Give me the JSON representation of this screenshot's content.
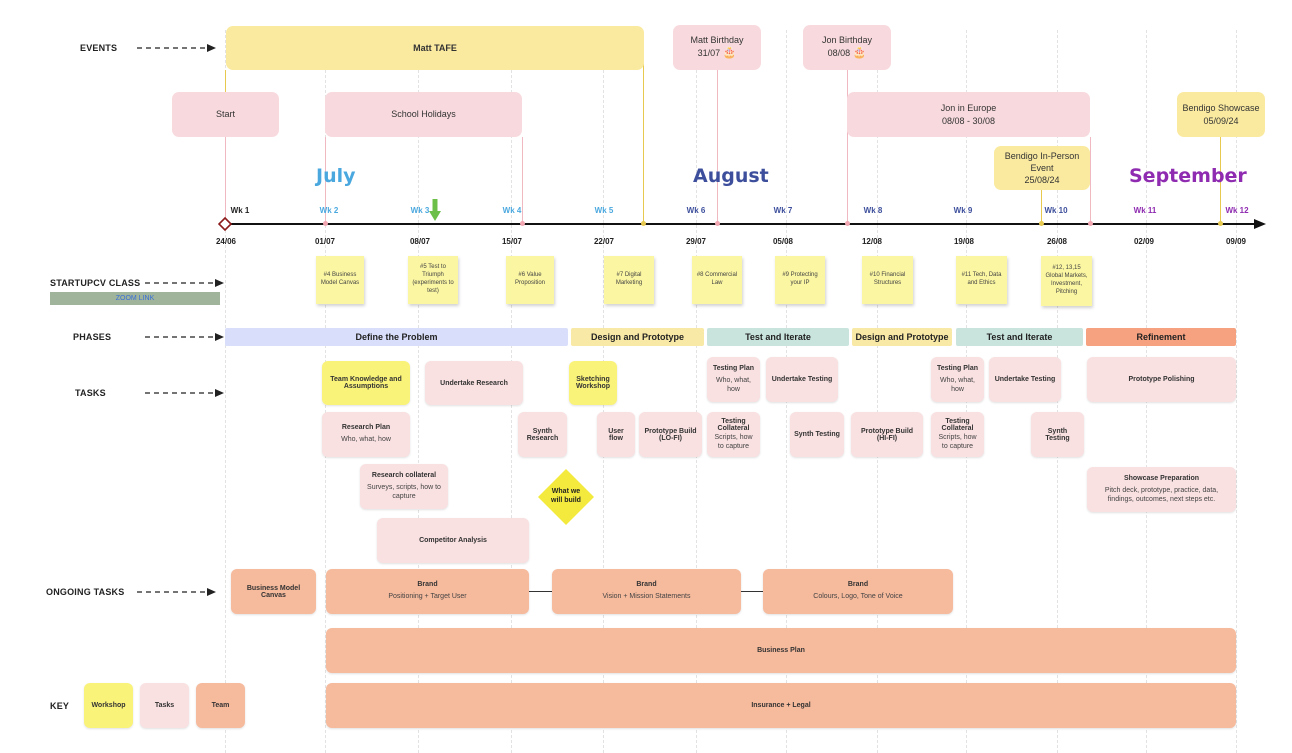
{
  "row_labels": {
    "events": "EVENTS",
    "class": "STARTUPCV CLASS",
    "zoom_link": "ZOOM LINK",
    "phases": "PHASES",
    "tasks": "TASKS",
    "ongoing": "ONGOING TASKS",
    "key": "KEY"
  },
  "events": {
    "matt_tafe": "Matt TAFE",
    "matt_bday_1": "Matt Birthday",
    "matt_bday_2": "31/07",
    "jon_bday_1": "Jon Birthday",
    "jon_bday_2": "08/08",
    "cake_icon": "cake-icon",
    "start": "Start",
    "school_holidays": "School Holidays",
    "jon_europe_1": "Jon in Europe",
    "jon_europe_2": "08/08 - 30/08",
    "bendigo_showcase_1": "Bendigo Showcase",
    "bendigo_showcase_2": "05/09/24",
    "bendigo_inperson_1": "Bendigo In-Person",
    "bendigo_inperson_2": "Event",
    "bendigo_inperson_3": "25/08/24"
  },
  "months": [
    {
      "label": "July",
      "color": "#4aa8df"
    },
    {
      "label": "August",
      "color": "#3d4f9c"
    },
    {
      "label": "September",
      "color": "#8e2bb0"
    }
  ],
  "weeks": [
    {
      "label": "Wk 1",
      "date": "24/06",
      "color": "#222222"
    },
    {
      "label": "Wk 2",
      "date": "01/07",
      "color": "#4aa8df"
    },
    {
      "label": "Wk 3",
      "date": "08/07",
      "color": "#4aa8df"
    },
    {
      "label": "Wk 4",
      "date": "15/07",
      "color": "#4aa8df"
    },
    {
      "label": "Wk 5",
      "date": "22/07",
      "color": "#4aa8df"
    },
    {
      "label": "Wk 6",
      "date": "29/07",
      "color": "#3d4f9c"
    },
    {
      "label": "Wk 7",
      "date": "05/08",
      "color": "#3d4f9c"
    },
    {
      "label": "Wk 8",
      "date": "12/08",
      "color": "#3d4f9c"
    },
    {
      "label": "Wk 9",
      "date": "19/08",
      "color": "#3d4f9c"
    },
    {
      "label": "Wk 10",
      "date": "26/08",
      "color": "#3d4f9c"
    },
    {
      "label": "Wk 11",
      "date": "02/09",
      "color": "#8e2bb0"
    },
    {
      "label": "Wk 12",
      "date": "09/09",
      "color": "#8e2bb0"
    }
  ],
  "classes": [
    "#4 Business Model Canvas",
    "#5 Test to Triumph (experiments to test)",
    "#6 Value Proposition",
    "#7 Digital Marketing",
    "#8 Commercial Law",
    "#9 Protecting your IP",
    "#10 Financial Structures",
    "#11 Tech, Data and Ethics",
    "#12, 13,15 Global Markets, Investment, Pitching"
  ],
  "phases": [
    {
      "label": "Define the Problem",
      "color": "#d9defa"
    },
    {
      "label": "Design and Prototype",
      "color": "#f9e9a6"
    },
    {
      "label": "Test and Iterate",
      "color": "#c9e4dd"
    },
    {
      "label": "Design and Prototype",
      "color": "#f9e9a6"
    },
    {
      "label": "Test and Iterate",
      "color": "#c9e4dd"
    },
    {
      "label": "Refinement",
      "color": "#f6a281"
    }
  ],
  "tasks": {
    "team_knowledge": "Team Knowledge and Assumptions",
    "undertake_research": "Undertake Research",
    "research_plan": "Research Plan",
    "research_plan_sub": "Who, what, how",
    "research_collateral": "Research collateral",
    "research_collateral_sub": "Surveys, scripts, how to capture",
    "competitor": "Competitor Analysis",
    "synth_research": "Synth Research",
    "what_we_build": "What we will build",
    "sketching": "Sketching Workshop",
    "user_flow": "User flow",
    "proto_lofi": "Prototype Build (LO-FI)",
    "testing_plan_1": "Testing Plan",
    "testing_plan_1_sub": "Who, what, how",
    "undertake_testing_1": "Undertake Testing",
    "testing_collateral_1": "Testing Collateral",
    "testing_collateral_1_sub": "Scripts, how to capture",
    "synth_testing_1": "Synth Testing",
    "proto_hifi": "Prototype Build (HI-FI)",
    "testing_plan_2": "Testing Plan",
    "testing_plan_2_sub": "Who, what, how",
    "undertake_testing_2": "Undertake Testing",
    "testing_collateral_2": "Testing Collateral",
    "testing_collateral_2_sub": "Scripts, how to capture",
    "synth_testing_2": "Synth Testing",
    "proto_polish": "Prototype Polishing",
    "showcase_prep": "Showcase Preparation",
    "showcase_prep_sub": "Pitch deck, prototype, practice, data, findings, outcomes, next steps etc."
  },
  "ongoing": {
    "bmc": "Business Model Canvas",
    "brand_1": "Brand",
    "brand_1_sub": "Positioning + Target User",
    "brand_2": "Brand",
    "brand_2_sub": "Vision + Mission Statements",
    "brand_3": "Brand",
    "brand_3_sub": "Colours, Logo, Tone of Voice",
    "business_plan": "Business Plan",
    "insurance": "Insurance + Legal"
  },
  "key": {
    "workshop": "Workshop",
    "tasks": "Tasks",
    "team": "Team"
  }
}
